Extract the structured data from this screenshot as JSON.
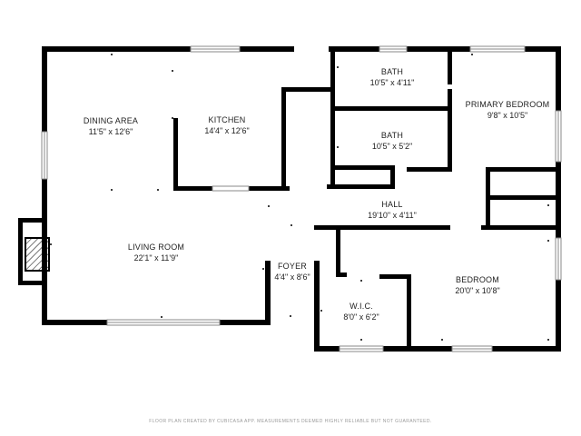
{
  "rooms": [
    {
      "id": "dining",
      "name": "DINING AREA",
      "dims": "11'5\" x 12'6\""
    },
    {
      "id": "kitchen",
      "name": "KITCHEN",
      "dims": "14'4\" x 12'6\""
    },
    {
      "id": "bath1",
      "name": "BATH",
      "dims": "10'5\" x 4'11\""
    },
    {
      "id": "bath2",
      "name": "BATH",
      "dims": "10'5\" x 5'2\""
    },
    {
      "id": "primary",
      "name": "PRIMARY BEDROOM",
      "dims": "9'8\" x 10'5\""
    },
    {
      "id": "hall",
      "name": "HALL",
      "dims": "19'10\" x 4'11\""
    },
    {
      "id": "living",
      "name": "LIVING ROOM",
      "dims": "22'1\" x 11'9\""
    },
    {
      "id": "foyer",
      "name": "FOYER",
      "dims": "4'4\" x 8'6\""
    },
    {
      "id": "wic",
      "name": "W.I.C.",
      "dims": "8'0\" x 6'2\""
    },
    {
      "id": "bedroom",
      "name": "BEDROOM",
      "dims": "20'0\" x 10'8\""
    }
  ],
  "footer": "FLOOR PLAN CREATED BY CUBICASA APP. MEASUREMENTS DEEMED HIGHLY RELIABLE BUT NOT GUARANTEED."
}
